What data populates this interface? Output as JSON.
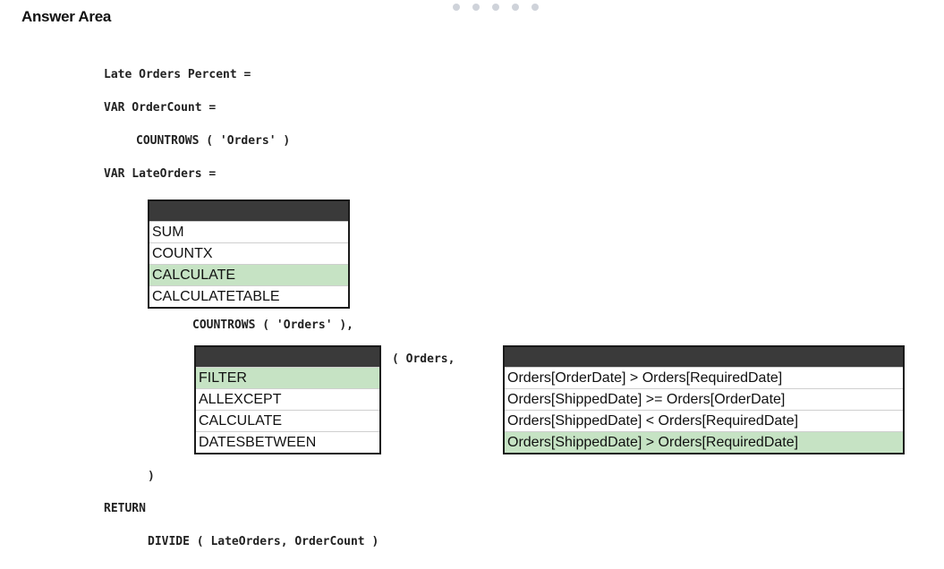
{
  "title": "Answer Area",
  "colors": {
    "selected": "#c6e3c4",
    "header": "#3a3a3a",
    "pager_dot": "#cfd3da"
  },
  "code": {
    "line1": "Late Orders Percent =",
    "line2": "VAR OrderCount =",
    "line3": "COUNTROWS ( 'Orders' )",
    "line4": "VAR LateOrders =",
    "line5": "COUNTROWS ( 'Orders' ),",
    "line6": "( Orders,",
    "line7": ")",
    "line8": "RETURN",
    "line9": "DIVIDE ( LateOrders, OrderCount )"
  },
  "dropdown1": {
    "options": [
      "SUM",
      "COUNTX",
      "CALCULATE",
      "CALCULATETABLE"
    ],
    "selected": "CALCULATE"
  },
  "dropdown2": {
    "options": [
      "FILTER",
      "ALLEXCEPT",
      "CALCULATE",
      "DATESBETWEEN"
    ],
    "selected": "FILTER"
  },
  "dropdown3": {
    "options": [
      "Orders[OrderDate] > Orders[RequiredDate]",
      "Orders[ShippedDate] >= Orders[OrderDate]",
      "Orders[ShippedDate] < Orders[RequiredDate]",
      "Orders[ShippedDate] > Orders[RequiredDate]"
    ],
    "selected": "Orders[ShippedDate] > Orders[RequiredDate]"
  }
}
